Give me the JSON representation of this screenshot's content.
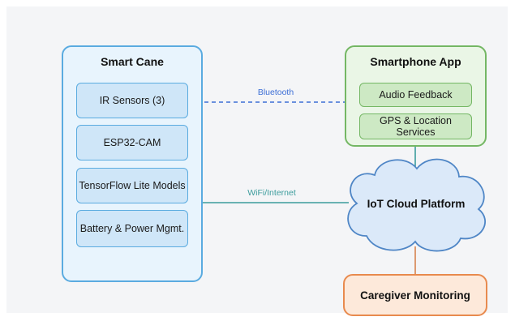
{
  "smart_cane": {
    "title": "Smart Cane",
    "components": [
      {
        "label": "IR Sensors (3)"
      },
      {
        "label": "ESP32-CAM"
      },
      {
        "label": "TensorFlow Lite Models"
      },
      {
        "label": "Battery & Power Mgmt."
      }
    ]
  },
  "smartphone_app": {
    "title": "Smartphone App",
    "components": [
      {
        "label": "Audio Feedback"
      },
      {
        "label": "GPS & Location Services"
      }
    ]
  },
  "cloud": {
    "label": "IoT Cloud Platform"
  },
  "caregiver": {
    "label": "Caregiver Monitoring"
  },
  "connections": {
    "bluetooth_label": "Bluetooth",
    "wifi_label": "WiFi/Internet"
  },
  "colors": {
    "cane_border": "#5aabe0",
    "app_border": "#74b764",
    "cloud_border": "#4f86c6",
    "caregiver_border": "#e88a4e",
    "bluetooth_line": "#3d6fd6",
    "wifi_line": "#3b9c9c",
    "caregiver_line": "#d6834d"
  }
}
